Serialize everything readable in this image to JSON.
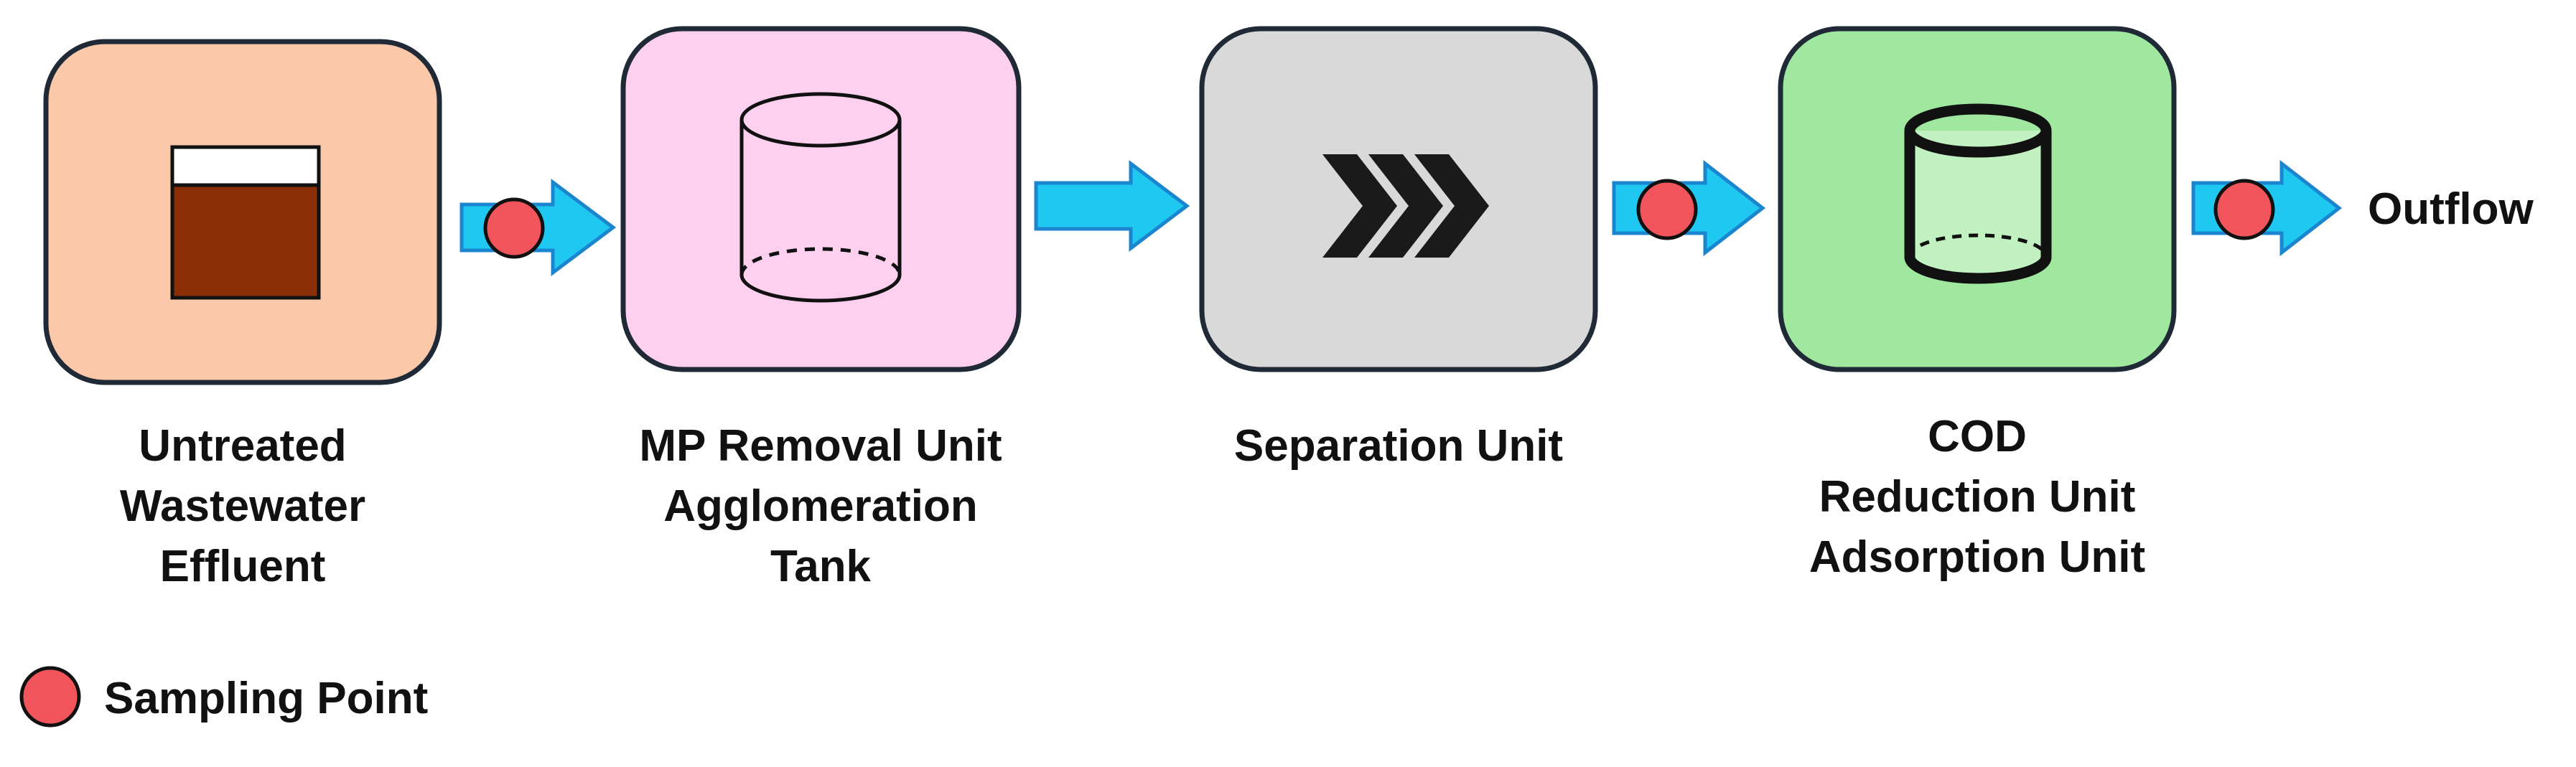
{
  "colors": {
    "untreated_box": "#fbc8aa",
    "mp_removal_box": "#fcd0ee",
    "separation_box": "#d9d9d9",
    "cod_box": "#a0e8a0",
    "box_border": "#1f2a36",
    "arrow_fill": "#1ec8f0",
    "arrow_stroke": "#1b86cf",
    "sampling_point": "#f2545b",
    "wastewater": "#8a2e08"
  },
  "units": [
    {
      "id": "untreated",
      "icon": "wastewater-beaker-icon",
      "lines": [
        "Untreated",
        "Wastewater",
        "Effluent"
      ]
    },
    {
      "id": "mp_removal",
      "icon": "tank-cylinder-icon",
      "lines": [
        "MP Removal Unit",
        "Agglomeration",
        "Tank"
      ]
    },
    {
      "id": "separation",
      "icon": "triple-chevron-icon",
      "lines": [
        "Separation Unit"
      ]
    },
    {
      "id": "cod",
      "icon": "adsorption-cylinder-icon",
      "lines": [
        "COD",
        "Reduction Unit",
        "Adsorption Unit"
      ]
    }
  ],
  "flow_arrows": [
    {
      "from": "untreated",
      "to": "mp_removal",
      "sampling_point": true
    },
    {
      "from": "mp_removal",
      "to": "separation",
      "sampling_point": false
    },
    {
      "from": "separation",
      "to": "cod",
      "sampling_point": true
    },
    {
      "from": "cod",
      "to": "outflow",
      "sampling_point": true
    }
  ],
  "outflow_label": "Outflow",
  "legend": {
    "icon": "sampling-point-icon",
    "label": "Sampling Point"
  }
}
